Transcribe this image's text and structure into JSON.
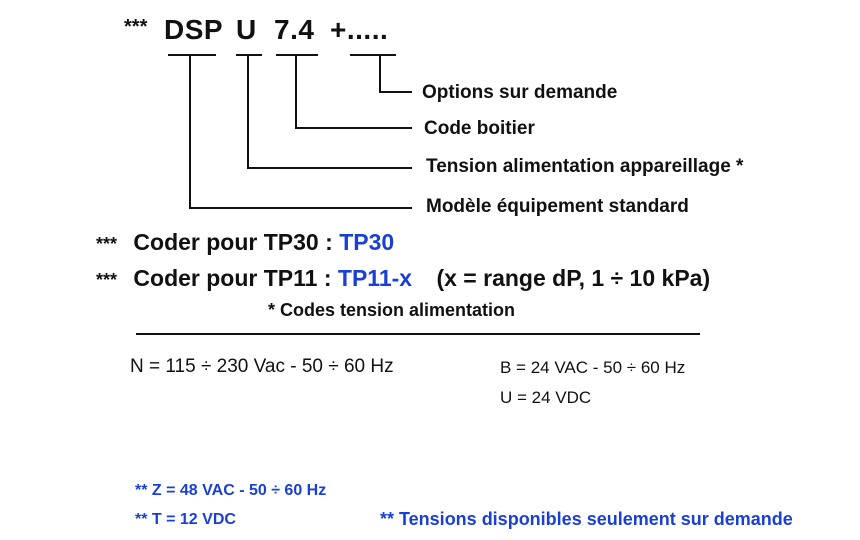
{
  "code": {
    "prefix": "***",
    "model": "DSP",
    "voltage": "U",
    "case": "7.4",
    "options": "+....."
  },
  "labels": {
    "options": "Options sur demande",
    "case": "Code boitier",
    "voltage": "Tension alimentation appareillage *",
    "model": "Modèle équipement standard"
  },
  "coder_lines": [
    {
      "stars": "***",
      "text": "Coder pour",
      "ref": "TP30",
      "sep": ":",
      "value": "TP30",
      "note": ""
    },
    {
      "stars": "***",
      "text": "Coder pour",
      "ref": "TP11",
      "sep": ":",
      "value": "TP11-x",
      "note": "(x = range dP, 1 ÷ 10 kPa)"
    }
  ],
  "voltage_codes": {
    "title": "* Codes tension alimentation",
    "N": "N = 115 ÷ 230 Vac - 50 ÷ 60 Hz",
    "B": "B = 24 VAC - 50 ÷ 60 Hz",
    "U": "U = 24 VDC",
    "Z": "** Z = 48 VAC - 50 ÷ 60 Hz",
    "T": "** T = 12 VDC",
    "footnote": "** Tensions disponibles seulement sur demande"
  },
  "colors": {
    "accent": "#1a3fd6",
    "text": "#111111"
  }
}
